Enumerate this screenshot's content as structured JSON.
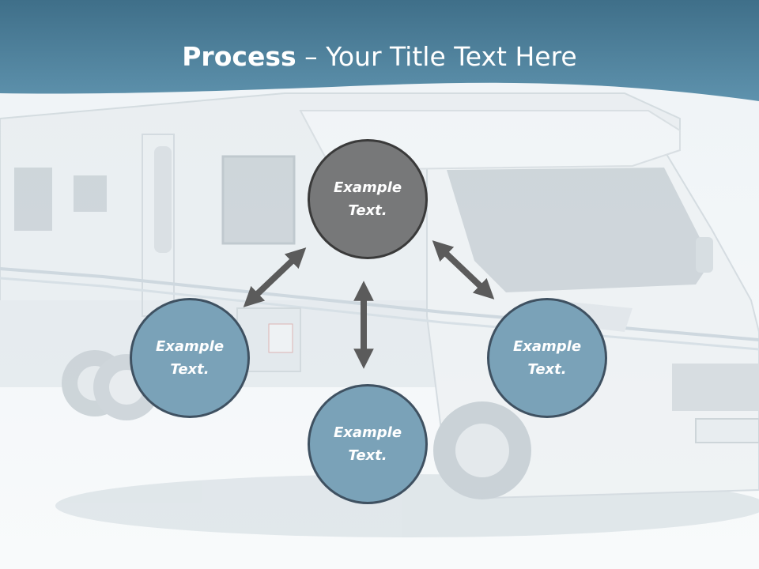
{
  "title": {
    "bold": "Process",
    "rest": " – Your Title Text Here"
  },
  "colors": {
    "header": "#4d7f99",
    "center_node": "#777879",
    "outer_node": "#7aa2b8",
    "node_border": "#3f5161",
    "arrow": "#5b5b5b"
  },
  "nodes": {
    "top": "Example Text.",
    "left": "Example Text.",
    "bottom": "Example Text.",
    "right": "Example Text."
  },
  "background_image": "white motorhome camper van"
}
